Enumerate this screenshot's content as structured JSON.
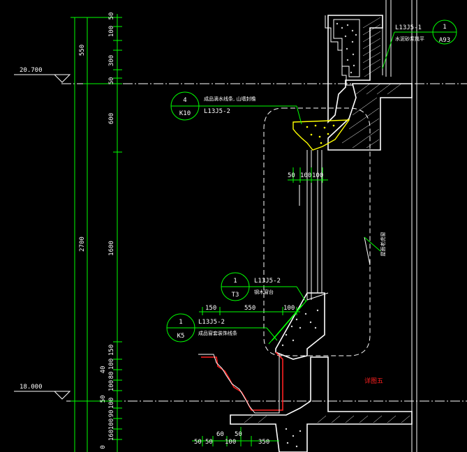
{
  "colors": {
    "background": "#000000",
    "dimension": "#00ff00",
    "outline": "#ffffff",
    "highlight_red": "#ff2020",
    "highlight_yellow": "#ffff00",
    "symbol_circle": "#00ff00"
  },
  "elevations": {
    "upper": "20.700",
    "lower": "18.000"
  },
  "left_dimensions": {
    "overall": "2700",
    "upper_segment": "550",
    "middle_segment": "600",
    "lower_segment": "1600"
  },
  "detail_dimensions": {
    "top_50": "50",
    "top_100": "100",
    "top_300": "300",
    "mid_50": "50",
    "bot_150": "150",
    "bot_40": "40",
    "bot_100a": "100",
    "bot_80": "80",
    "bot_100b": "100",
    "bot_50": "50",
    "bot_100c": "100",
    "bot_90": "90",
    "bot_100d": "100",
    "bot_160": "160",
    "bot_0": "0"
  },
  "horizontal_dimensions": {
    "sill_150": "150",
    "sill_550": "550",
    "sill_100": "100",
    "head_50": "50",
    "head_100a": "100",
    "head_100b": "100",
    "base_50a": "50",
    "base_50b": "50",
    "base_60": "60",
    "base_100": "100",
    "base_50c": "50",
    "base_350": "350"
  },
  "callouts": [
    {
      "number": "1",
      "sheet": "A93",
      "ref": "L13J5-1",
      "note": "水泥砂浆找平"
    },
    {
      "number": "4",
      "sheet": "K10",
      "ref": "L13J5-2",
      "note": "成品滴水线条, 山墙封檐",
      "ref2": "L13J5-2"
    },
    {
      "number": "1",
      "sheet": "T3",
      "ref": "L13J5-2",
      "note": "钢木窗台"
    },
    {
      "number": "1",
      "sheet": "K5",
      "ref": "L13J5-2",
      "note": "成品窗套装饰线条"
    }
  ],
  "labels": {
    "wall_note": "屋面老虎窗",
    "red_note": "详图五"
  },
  "icons": {
    "elevation_marker": "elevation-triangle-icon",
    "detail_callout": "detail-circle-icon"
  }
}
